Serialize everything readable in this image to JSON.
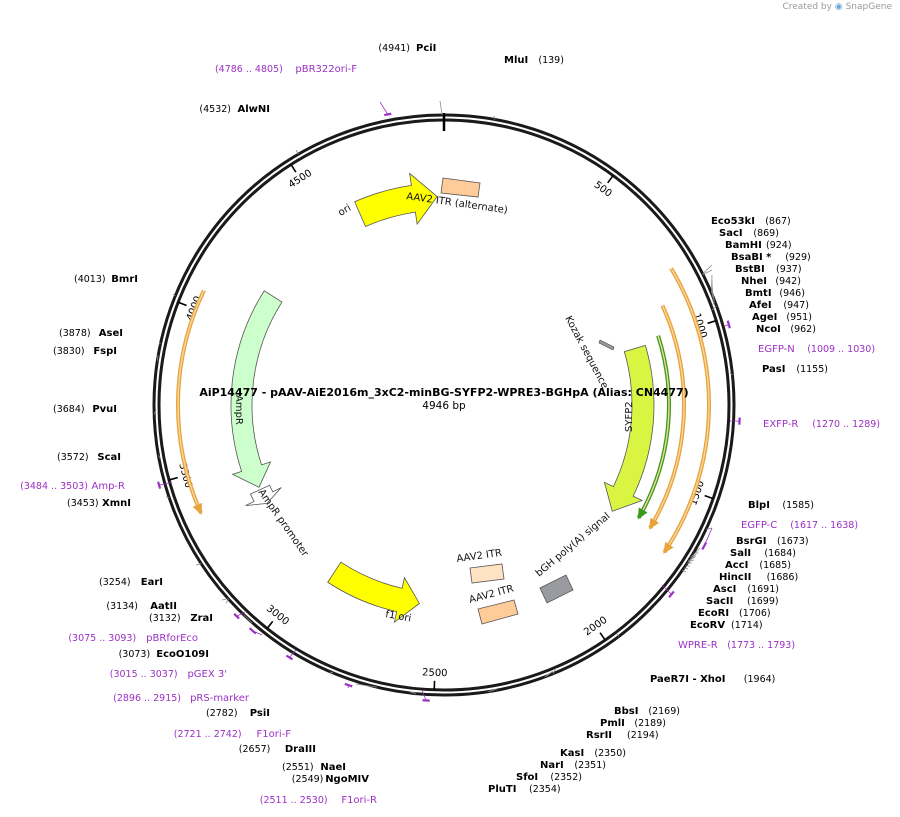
{
  "brand": {
    "created_by": "Created by",
    "app": "SnapGene"
  },
  "plasmid": {
    "name": "AiP14477 - pAAV-AiE2016m_3xC2-minBG-SYFP2-WPRE3-BGHpA (Alias: CN4477)",
    "length_label": "4946 bp",
    "length": 4946
  },
  "ticks": [
    {
      "pos": 500,
      "label": "500"
    },
    {
      "pos": 1000,
      "label": "1000"
    },
    {
      "pos": 1500,
      "label": "1500"
    },
    {
      "pos": 2000,
      "label": "2000"
    },
    {
      "pos": 2500,
      "label": "2500"
    },
    {
      "pos": 3000,
      "label": "3000"
    },
    {
      "pos": 3500,
      "label": "3500"
    },
    {
      "pos": 4000,
      "label": "4000"
    },
    {
      "pos": 4500,
      "label": "4500"
    }
  ],
  "sites": [
    {
      "name": "PciI",
      "pos_label": "(4941)",
      "pos": 4941
    },
    {
      "name": "MluI",
      "pos_label": "(139)",
      "pos": 139
    },
    {
      "name": "AlwNI",
      "pos_label": "(4532)",
      "pos": 4532
    },
    {
      "name": "Eco53kI",
      "pos_label": "(867)",
      "pos": 867
    },
    {
      "name": "SacI",
      "pos_label": "(869)",
      "pos": 869
    },
    {
      "name": "BamHI",
      "pos_label": "(924)",
      "pos": 924
    },
    {
      "name": "BsaBI *",
      "pos_label": "(929)",
      "pos": 929
    },
    {
      "name": "BstBI",
      "pos_label": "(937)",
      "pos": 937
    },
    {
      "name": "NheI",
      "pos_label": "(942)",
      "pos": 942
    },
    {
      "name": "BmtI",
      "pos_label": "(946)",
      "pos": 946
    },
    {
      "name": "AfeI",
      "pos_label": "(947)",
      "pos": 947
    },
    {
      "name": "AgeI",
      "pos_label": "(951)",
      "pos": 951
    },
    {
      "name": "NcoI",
      "pos_label": "(962)",
      "pos": 962
    },
    {
      "name": "PasI",
      "pos_label": "(1155)",
      "pos": 1155
    },
    {
      "name": "BlpI",
      "pos_label": "(1585)",
      "pos": 1585
    },
    {
      "name": "BsrGI",
      "pos_label": "(1673)",
      "pos": 1673
    },
    {
      "name": "SalI",
      "pos_label": "(1684)",
      "pos": 1684
    },
    {
      "name": "AccI",
      "pos_label": "(1685)",
      "pos": 1685
    },
    {
      "name": "HincII",
      "pos_label": "(1686)",
      "pos": 1686
    },
    {
      "name": "AscI",
      "pos_label": "(1691)",
      "pos": 1691
    },
    {
      "name": "SacII",
      "pos_label": "(1699)",
      "pos": 1699
    },
    {
      "name": "EcoRI",
      "pos_label": "(1706)",
      "pos": 1706
    },
    {
      "name": "EcoRV",
      "pos_label": "(1714)",
      "pos": 1714
    },
    {
      "name": "PaeR7I - XhoI",
      "pos_label": "(1964)",
      "pos": 1964
    },
    {
      "name": "BbsI",
      "pos_label": "(2169)",
      "pos": 2169
    },
    {
      "name": "PmlI",
      "pos_label": "(2189)",
      "pos": 2189
    },
    {
      "name": "RsrII",
      "pos_label": "(2194)",
      "pos": 2194
    },
    {
      "name": "KasI",
      "pos_label": "(2350)",
      "pos": 2350
    },
    {
      "name": "NarI",
      "pos_label": "(2351)",
      "pos": 2351
    },
    {
      "name": "SfoI",
      "pos_label": "(2352)",
      "pos": 2352
    },
    {
      "name": "PluTI",
      "pos_label": "(2354)",
      "pos": 2354
    },
    {
      "name": "NgoMIV",
      "pos_label": "(2549)",
      "pos": 2549
    },
    {
      "name": "NaeI",
      "pos_label": "(2551)",
      "pos": 2551
    },
    {
      "name": "DraIII",
      "pos_label": "(2657)",
      "pos": 2657
    },
    {
      "name": "PsiI",
      "pos_label": "(2782)",
      "pos": 2782
    },
    {
      "name": "EcoO109I",
      "pos_label": "(3073)",
      "pos": 3073
    },
    {
      "name": "ZraI",
      "pos_label": "(3132)",
      "pos": 3132
    },
    {
      "name": "AatII",
      "pos_label": "(3134)",
      "pos": 3134
    },
    {
      "name": "EarI",
      "pos_label": "(3254)",
      "pos": 3254
    },
    {
      "name": "XmnI",
      "pos_label": "(3453)",
      "pos": 3453
    },
    {
      "name": "ScaI",
      "pos_label": "(3572)",
      "pos": 3572
    },
    {
      "name": "PvuI",
      "pos_label": "(3684)",
      "pos": 3684
    },
    {
      "name": "FspI",
      "pos_label": "(3830)",
      "pos": 3830
    },
    {
      "name": "AseI",
      "pos_label": "(3878)",
      "pos": 3878
    },
    {
      "name": "BmrI",
      "pos_label": "(4013)",
      "pos": 4013
    }
  ],
  "primers": [
    {
      "name": "pBR322ori-F",
      "range_label": "(4786 .. 4805)",
      "start": 4786,
      "end": 4805
    },
    {
      "name": "EGFP-N",
      "range_label": "(1009 .. 1030)",
      "start": 1009,
      "end": 1030
    },
    {
      "name": "EXFP-R",
      "range_label": "(1270 .. 1289)",
      "start": 1270,
      "end": 1289
    },
    {
      "name": "EGFP-C",
      "range_label": "(1617 .. 1638)",
      "start": 1617,
      "end": 1638
    },
    {
      "name": "WPRE-R",
      "range_label": "(1773 .. 1793)",
      "start": 1773,
      "end": 1793
    },
    {
      "name": "F1ori-R",
      "range_label": "(2511 .. 2530)",
      "start": 2511,
      "end": 2530
    },
    {
      "name": "F1ori-F",
      "range_label": "(2721 .. 2742)",
      "start": 2721,
      "end": 2742
    },
    {
      "name": "pRS-marker",
      "range_label": "(2896 .. 2915)",
      "start": 2896,
      "end": 2915
    },
    {
      "name": "pGEX 3'",
      "range_label": "(3015 .. 3037)",
      "start": 3015,
      "end": 3037
    },
    {
      "name": "pBRforEco",
      "range_label": "(3075 .. 3093)",
      "start": 3075,
      "end": 3093
    },
    {
      "name": "Amp-R",
      "range_label": "(3484 .. 3503)",
      "start": 3484,
      "end": 3503
    }
  ],
  "features": [
    {
      "name": "ori",
      "color": "#ffff00"
    },
    {
      "name": "AAV2 ITR (alternate)",
      "color": "#ffcc99"
    },
    {
      "name": "Kozak sequence",
      "color": "#999999"
    },
    {
      "name": "SYFP2",
      "color": "#d9f542"
    },
    {
      "name": "bGH poly(A) signal",
      "color": "#9a9ba0"
    },
    {
      "name": "AAV2 ITR",
      "color": "#ffe2c2"
    },
    {
      "name": "AAV2 ITR",
      "color": "#ffcc99"
    },
    {
      "name": "f1 ori",
      "color": "#ffff00"
    },
    {
      "name": "AmpR promoter",
      "color": "#ffffff"
    },
    {
      "name": "AmpR",
      "color": "#ccffcc"
    }
  ],
  "colors": {
    "backbone": "#1a1a1a",
    "orf_arc": "#e8a33a",
    "orf_arc_inner": "#f5d7a0",
    "syfp2_orf": "#3a9a1a",
    "primer": "#9b30c4",
    "leader": "#8a8a8a"
  }
}
